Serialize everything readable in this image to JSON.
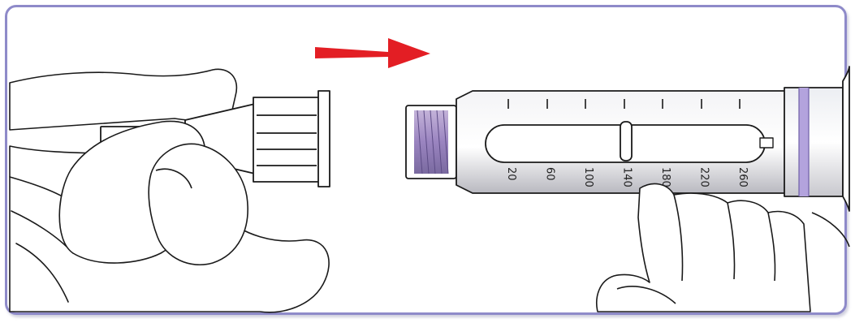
{
  "illustration": {
    "arrow_color": "#e31e24",
    "frame_color": "#8e8ac9",
    "accent_purple": "#9b86c9",
    "pen_scale_labels": [
      "20",
      "60",
      "100",
      "140",
      "180",
      "220",
      "260"
    ]
  }
}
